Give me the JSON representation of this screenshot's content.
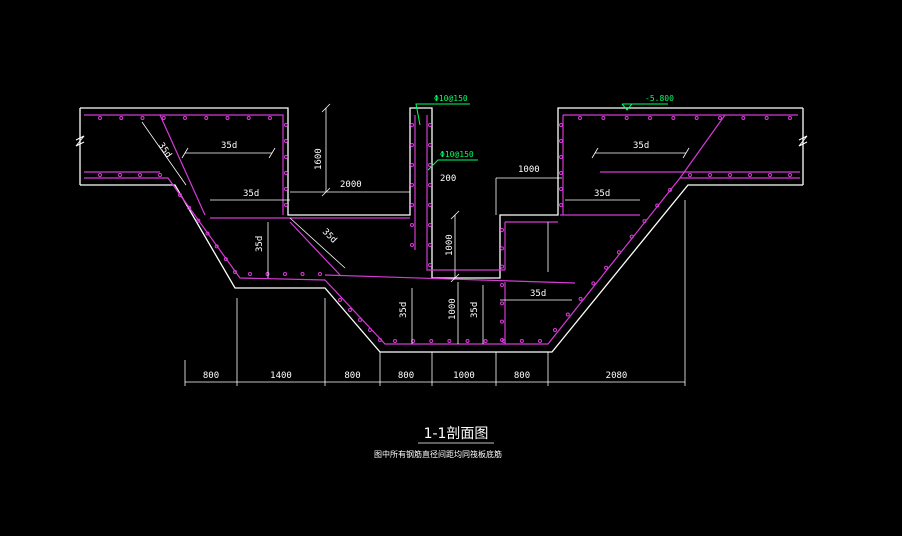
{
  "colors": {
    "background": "#000000",
    "concrete": "#ffffff",
    "rebar": "#d63ad6",
    "leader": "#00ff66",
    "dots": "#d63ad6"
  },
  "labels": {
    "rebar_top": "Φ10@150",
    "rebar_mid": "Φ10@150",
    "elevation": "-5.800",
    "d35_a": "35d",
    "d35_b": "35d",
    "d35_c": "35d",
    "d35_d": "35d",
    "d35_e": "35d",
    "d35_f": "35d",
    "d35_g": "35d",
    "d35_h": "35d",
    "d35_i": "35d",
    "d35_j": "35d",
    "dim_1600": "1600",
    "dim_2000": "2000",
    "dim_200": "200",
    "dim_1000_top": "1000",
    "dim_1000_mid": "1000",
    "dim_1000_low": "1000"
  },
  "bottom_dims": [
    "800",
    "1400",
    "800",
    "800",
    "1000",
    "800",
    "2080"
  ],
  "title": "1-1剖面图",
  "note": "图中所有钢筋直径间距均同筏板底筋"
}
